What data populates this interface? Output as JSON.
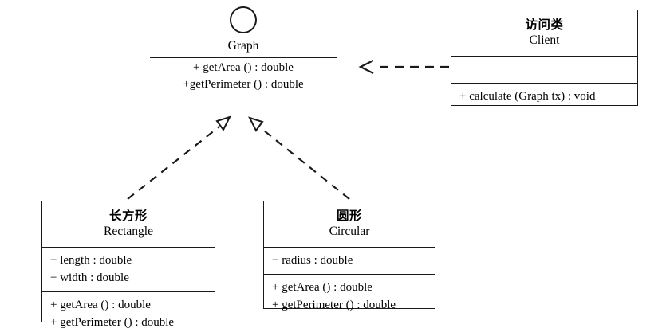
{
  "diagram": {
    "title": "UML class diagram: Graph interface with Rectangle and Circular implementations and a Client",
    "stroke_color": "#1a1a1a",
    "background_color": "#ffffff"
  },
  "interface_graph": {
    "icon": "interface-circle",
    "name": "Graph",
    "operations": [
      "+ getArea () : double",
      "+getPerimeter () : double"
    ]
  },
  "class_client": {
    "name_cn": "访问类",
    "name_en": "Client",
    "attributes": [],
    "operations": [
      "+ calculate (Graph tx) : void"
    ]
  },
  "class_rectangle": {
    "name_cn": "长方形",
    "name_en": "Rectangle",
    "attributes": [
      "− length : double",
      "− width : double"
    ],
    "operations": [
      "+ getArea () : double",
      "+ getPerimeter () : double"
    ]
  },
  "class_circular": {
    "name_cn": "圆形",
    "name_en": "Circular",
    "attributes": [
      "− radius : double"
    ],
    "operations": [
      "+ getArea () : double",
      "+ getPerimeter () : double"
    ]
  },
  "connectors": [
    {
      "name": "dependency-client-to-graph",
      "kind": "dependency",
      "line": "dashed",
      "arrowhead": "open",
      "from": "class_client",
      "to": "interface_graph"
    },
    {
      "name": "realization-rectangle-to-graph",
      "kind": "realization",
      "line": "dashed",
      "arrowhead": "hollow-triangle",
      "from": "class_rectangle",
      "to": "interface_graph"
    },
    {
      "name": "realization-circular-to-graph",
      "kind": "realization",
      "line": "dashed",
      "arrowhead": "hollow-triangle",
      "from": "class_circular",
      "to": "interface_graph"
    }
  ]
}
